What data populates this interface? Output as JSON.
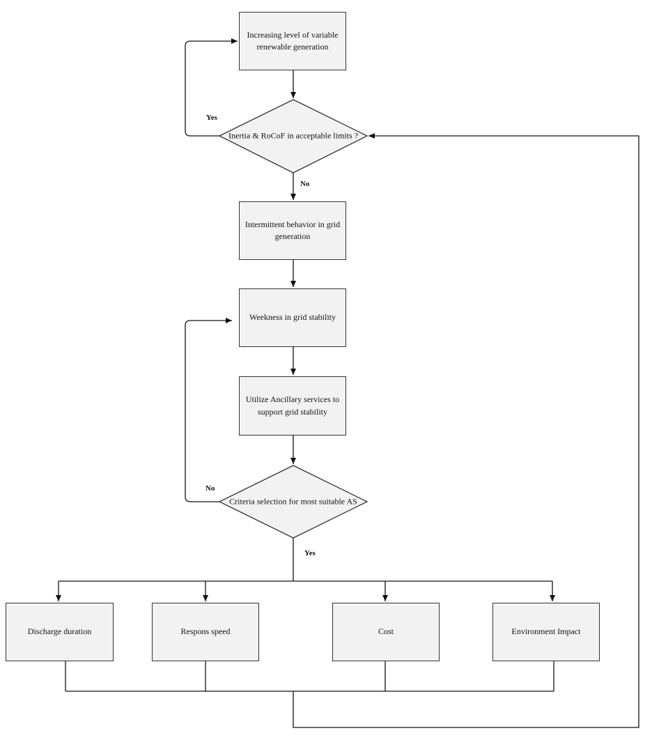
{
  "nodes": {
    "increase": "Increasing level of variable renewable generation",
    "inertia_check": "Inertia & RoCoF in acceptable limits ?",
    "intermittent": "Intermittent behavior in grid generation",
    "weakness": "Weekness in grid stability",
    "utilize": "Utilize Ancillary services to support grid stability",
    "criteria": "Criteria selection for most suitable AS",
    "discharge": "Discharge duration",
    "response": "Respons speed",
    "cost": "Cost",
    "environment": "Environment Impact"
  },
  "edge_labels": {
    "yes_top": "Yes",
    "no_top": "No",
    "no_criteria": "No",
    "yes_criteria": "Yes"
  }
}
